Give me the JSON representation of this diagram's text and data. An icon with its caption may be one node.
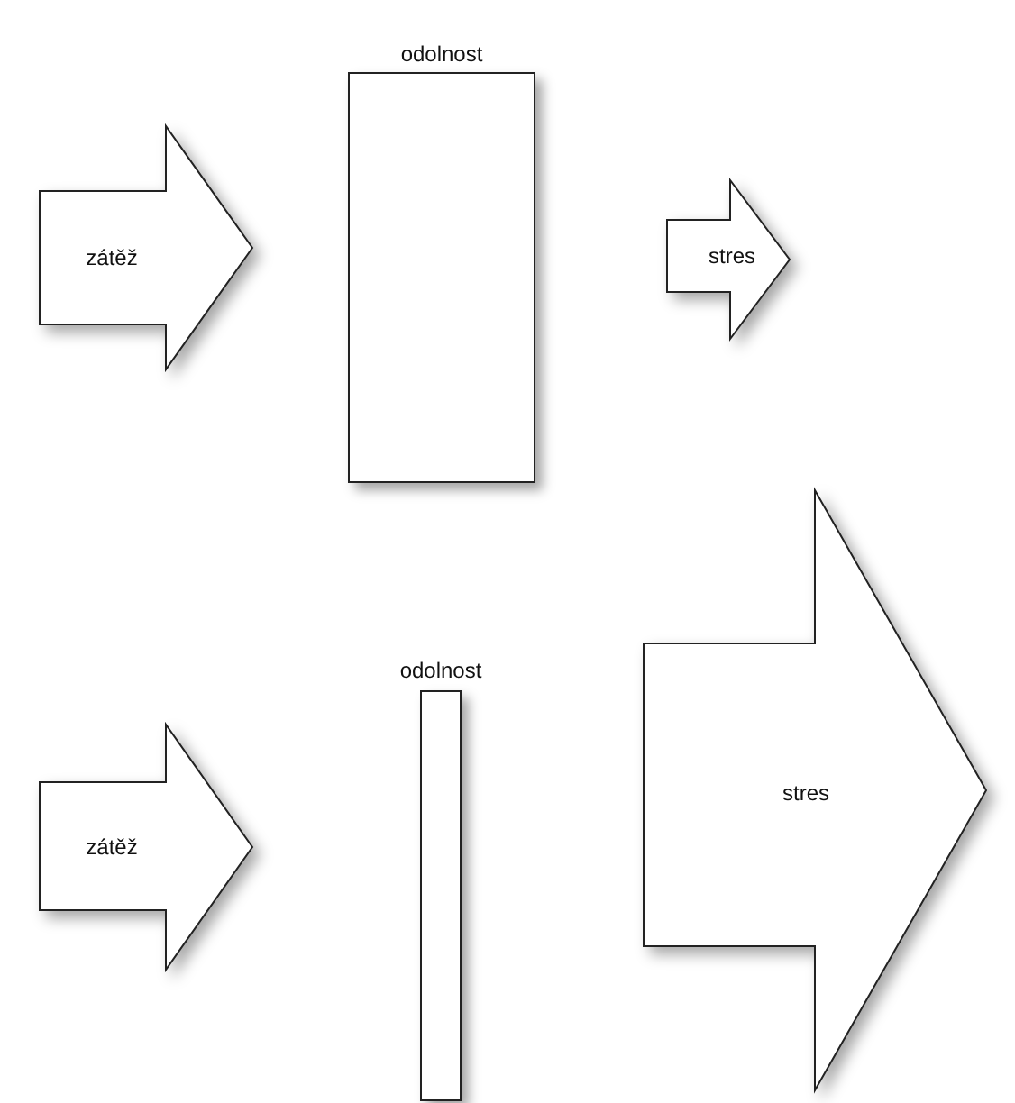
{
  "diagram": {
    "nodes": [
      {
        "text": [
          "zátěž"
        ]
      },
      {
        "text": [
          "odolnost"
        ]
      },
      {
        "text": [
          "stres"
        ]
      },
      {
        "text": [
          "zátěž"
        ]
      },
      {
        "text": [
          "odolnost"
        ]
      },
      {
        "text": [
          "stres"
        ]
      }
    ]
  }
}
